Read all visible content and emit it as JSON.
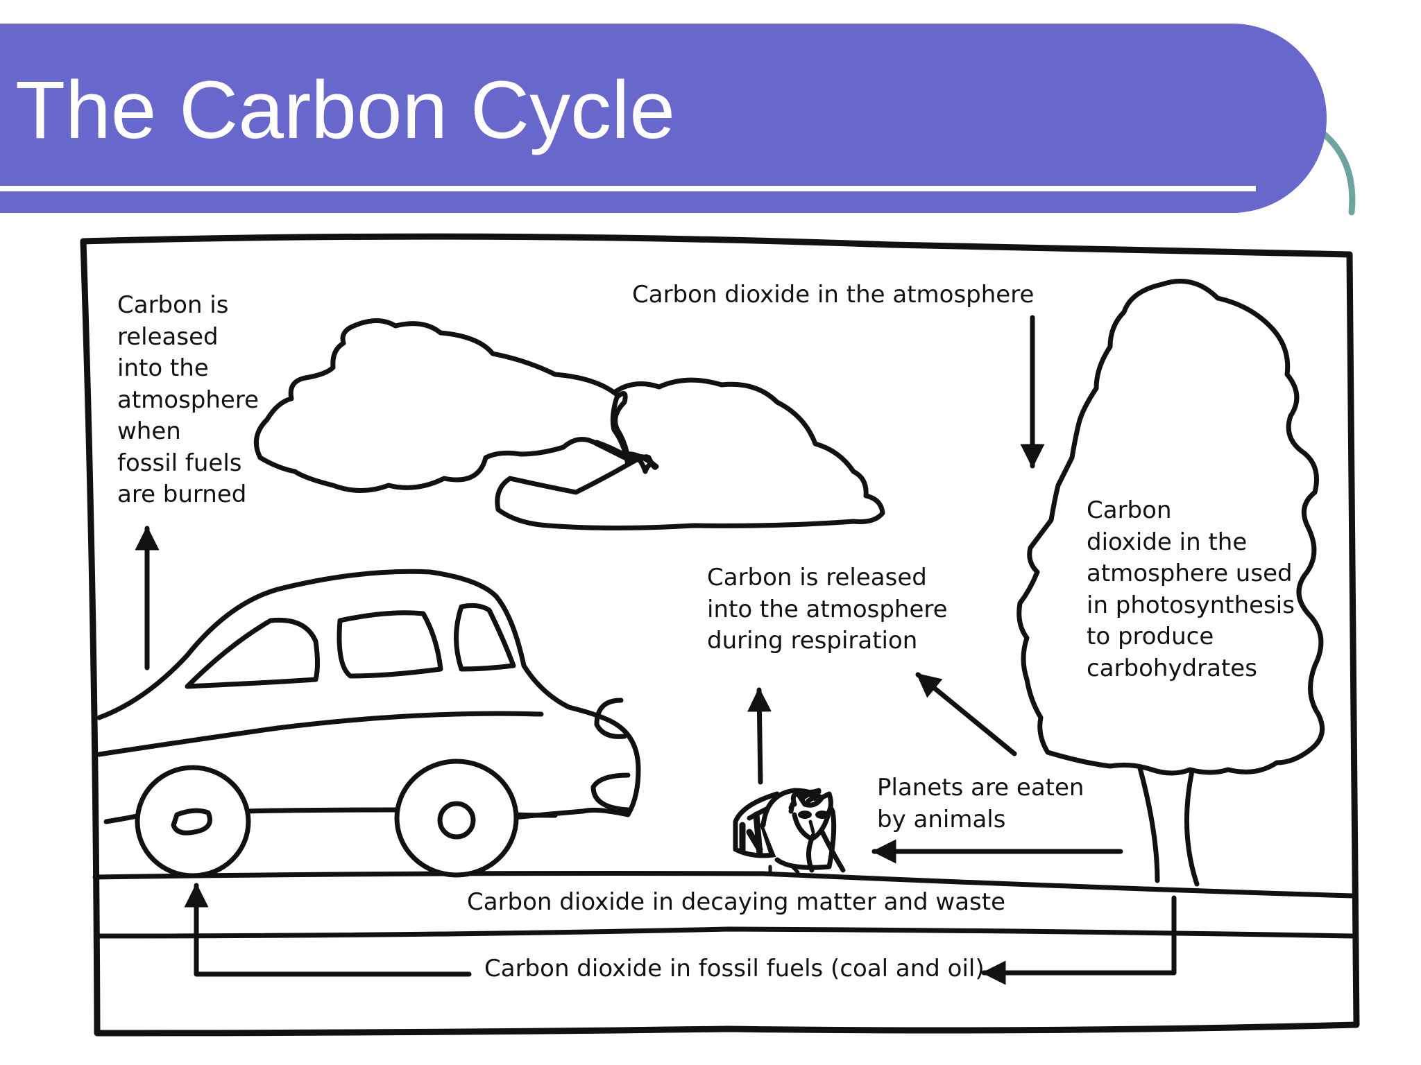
{
  "slide": {
    "title": "The Carbon Cycle",
    "colors": {
      "banner": "#6868cc",
      "banner_text": "#ffffff",
      "accent_arc": "#6fa3a0",
      "ink": "#111111",
      "background": "#ffffff"
    }
  },
  "diagram": {
    "labels": {
      "fossil_burn": [
        "Carbon is",
        "released",
        "into the",
        "atmosphere",
        "when",
        "fossil fuels",
        "are burned"
      ],
      "atmosphere_co2": "Carbon dioxide in the atmosphere",
      "respiration": [
        "Carbon is released",
        "into the atmosphere",
        "during respiration"
      ],
      "photosynthesis": [
        "Carbon",
        "dioxide in the",
        "atmosphere used",
        "in photosynthesis",
        "to produce",
        "carbohydrates"
      ],
      "eaten": [
        "Planets are eaten",
        "by animals"
      ],
      "decaying": "Carbon dioxide in decaying matter and waste",
      "fossil_fuels": "Carbon dioxide in fossil fuels (coal and oil)"
    },
    "icons": [
      "cloud-icon",
      "car-icon",
      "raccoon-icon",
      "tree-icon",
      "arrow-icon"
    ]
  }
}
